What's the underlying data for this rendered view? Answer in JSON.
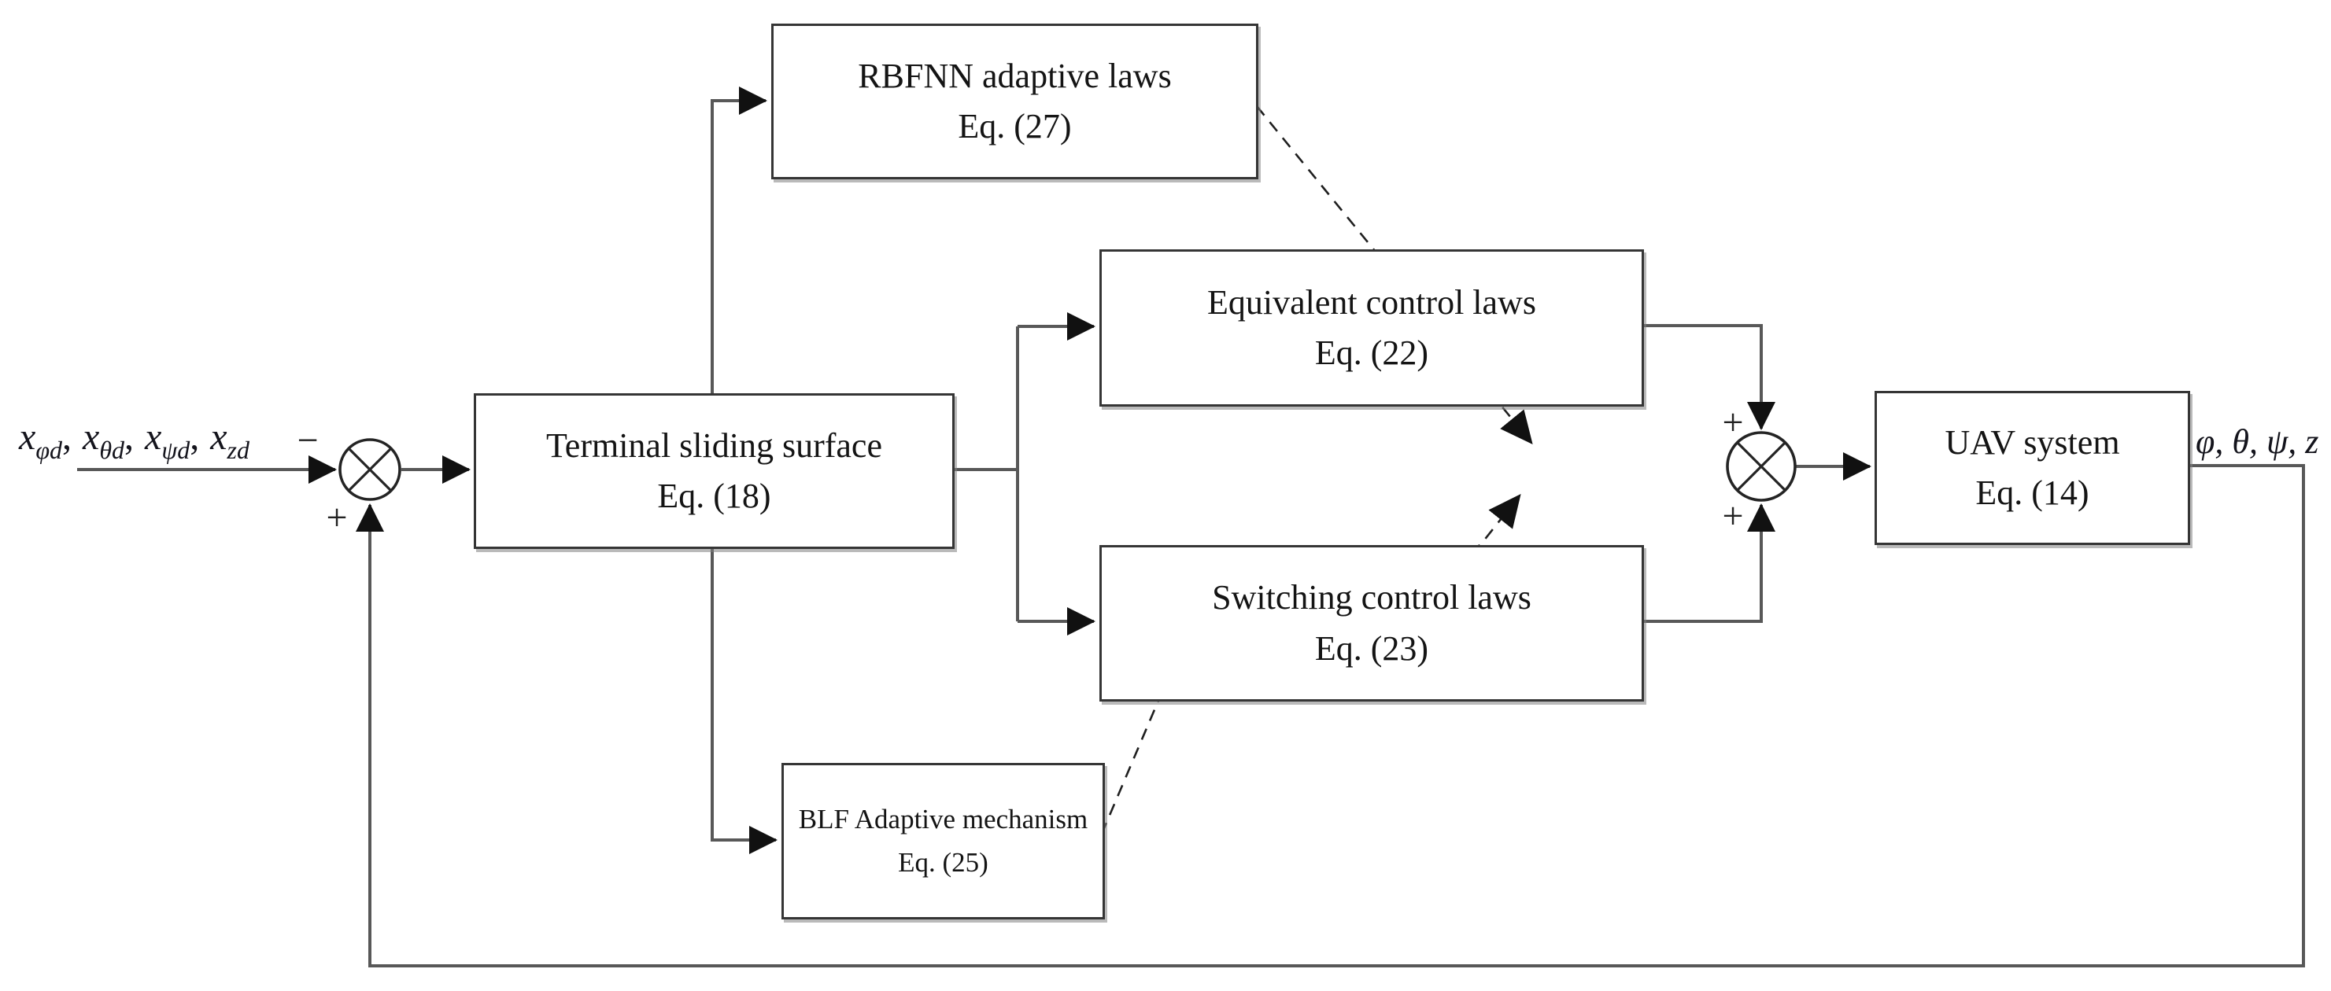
{
  "figure": {
    "kind": "control-block-diagram",
    "background": "#ffffff",
    "wire_color": "#585858",
    "arrow_color": "#111111",
    "border_color": "#353535"
  },
  "input_signal": {
    "vars": [
      {
        "base": "x",
        "sub": "φd"
      },
      {
        "base": "x",
        "sub": "θd"
      },
      {
        "base": "x",
        "sub": "ψd"
      },
      {
        "base": "x",
        "sub": "zd"
      }
    ],
    "separator": ","
  },
  "output_signal": {
    "label": "φ, θ, ψ, z"
  },
  "blocks": {
    "terminal": {
      "line1": "Terminal sliding surface",
      "line2": "Eq. (18)"
    },
    "rbfnn": {
      "line1": "RBFNN adaptive laws",
      "line2": "Eq. (27)"
    },
    "equivalent": {
      "line1": "Equivalent control laws",
      "line2": "Eq. (22)"
    },
    "switching": {
      "line1": "Switching control laws",
      "line2": "Eq. (23)"
    },
    "blf": {
      "line1": "BLF Adaptive mechanism",
      "line2": "Eq. (25)"
    },
    "uav": {
      "line1": "UAV system",
      "line2": "Eq. (14)"
    }
  },
  "junctions": {
    "error": {
      "symbol": "⊗",
      "input_sign": "−",
      "feedback_sign": "+"
    },
    "control": {
      "symbol": "⊗",
      "top_sign": "+",
      "bottom_sign": "+"
    }
  }
}
